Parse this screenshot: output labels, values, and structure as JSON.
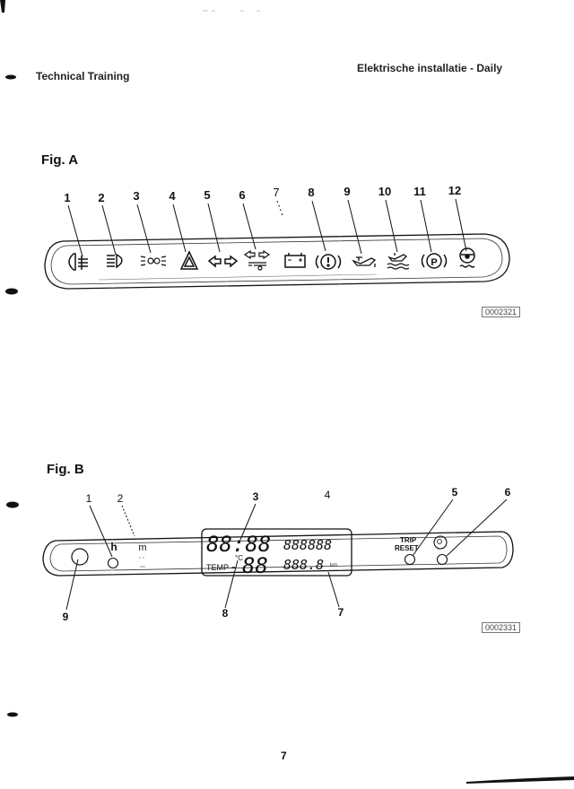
{
  "header": {
    "left": "Technical Training",
    "right": "Elektrische installatie - Daily"
  },
  "fig_a": {
    "title": "Fig. A",
    "callouts": [
      "1",
      "2",
      "3",
      "4",
      "5",
      "6",
      "7",
      "8",
      "9",
      "10",
      "11",
      "12"
    ],
    "ref": "0002321"
  },
  "fig_b": {
    "title": "Fig. B",
    "callouts": {
      "c1": "1",
      "c2": "2",
      "c3": "3",
      "c4": "4",
      "c5": "5",
      "c6": "6",
      "c7": "7",
      "c8": "8",
      "c9": "9"
    },
    "display": {
      "hours_label": "h",
      "minutes_label": "m",
      "clock": "88:88",
      "odometer": "888888",
      "temp_label": "TEMP",
      "temp_minus": "-",
      "temp_value": "88",
      "celsius": "°C",
      "trip_value": "888.8",
      "trip_unit": "km",
      "trip_reset": "TRIP\nRESET"
    },
    "ref": "0002331"
  },
  "footer": {
    "page_number": "7"
  }
}
